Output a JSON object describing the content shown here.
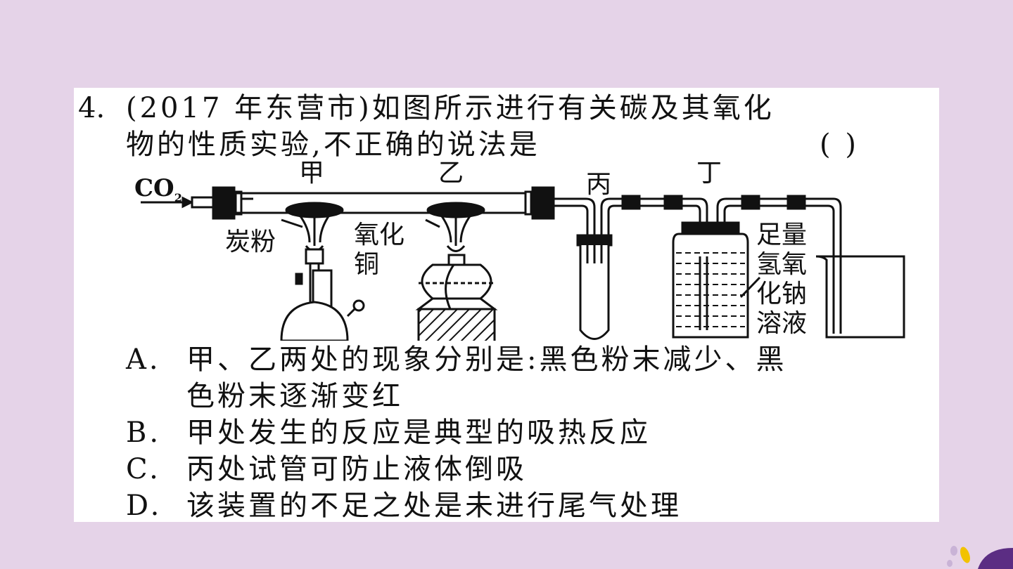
{
  "question": {
    "number": "4.",
    "line1": "(2017 年东营市)如图所示进行有关碳及其氧化",
    "line2": "物的性质实验,不正确的说法是",
    "answer_bracket": "(        )"
  },
  "diagram": {
    "gas_in": "CO",
    "gas_in_sub": "2",
    "jia": "甲",
    "yi": "乙",
    "bing": "丙",
    "ding": "丁",
    "tanfen": "炭粉",
    "yanghuatong_1": "氧化",
    "yanghuatong_2": "铜",
    "naoh_1": "足量",
    "naoh_2": "氢氧",
    "naoh_3": "化钠",
    "naoh_4": "溶液"
  },
  "options": {
    "a_label": "A.",
    "a_line1": "甲、乙两处的现象分别是:黑色粉末减少、黑",
    "a_line2": "色粉末逐渐变红",
    "b_label": "B.",
    "b_text": "甲处发生的反应是典型的吸热反应",
    "c_label": "C.",
    "c_text": "丙处试管可防止液体倒吸",
    "d_label": "D.",
    "d_text": "该装置的不足之处是未进行尾气处理"
  }
}
